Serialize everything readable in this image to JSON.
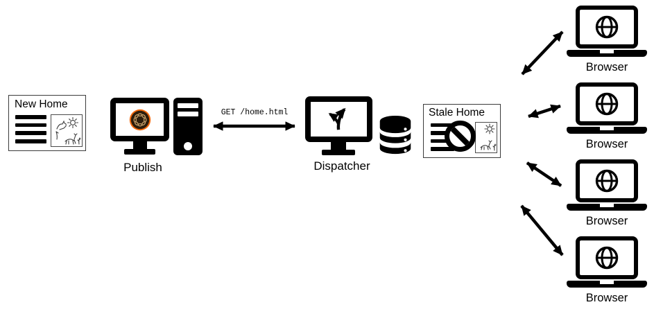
{
  "diagram": {
    "new_home": {
      "title": "New Home",
      "image_icon": "nature-image-icon"
    },
    "publish": {
      "label": "Publish",
      "logo_icon": "aem-logo-icon"
    },
    "request_arrow": {
      "label": "GET /home.html",
      "direction": "bidirectional"
    },
    "dispatcher": {
      "label": "Dispatcher",
      "screen_icon": "split-arrow-icon",
      "cache_icon": "database-icon"
    },
    "stale_home": {
      "title": "Stale Home",
      "status_icon": "prohibition-icon",
      "image_icon": "nature-image-icon"
    },
    "browsers": [
      {
        "label": "Browser",
        "screen_icon": "globe-icon"
      },
      {
        "label": "Browser",
        "screen_icon": "globe-icon"
      },
      {
        "label": "Browser",
        "screen_icon": "globe-icon"
      },
      {
        "label": "Browser",
        "screen_icon": "globe-icon"
      }
    ],
    "colors": {
      "line": "#000000",
      "card_border": "#3a3a3a",
      "aem_ring_orange": "#F2690D",
      "aem_core_dark": "#2D1D0C",
      "aem_chain_tan": "#C9A26B"
    }
  }
}
